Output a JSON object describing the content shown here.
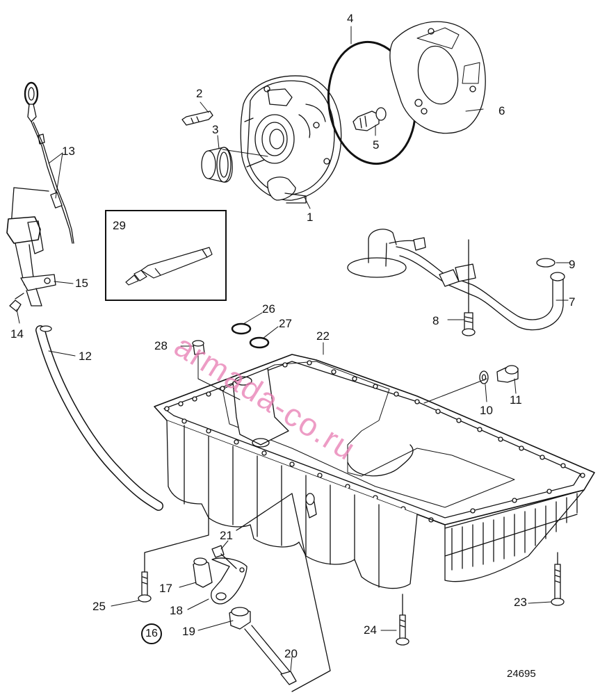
{
  "callouts": {
    "c1": "1",
    "c2": "2",
    "c3": "3",
    "c4": "4",
    "c5": "5",
    "c6": "6",
    "c7": "7",
    "c8": "8",
    "c9": "9",
    "c10": "10",
    "c11": "11",
    "c12": "12",
    "c13": "13",
    "c14": "14",
    "c15": "15",
    "c16": "16",
    "c17": "17",
    "c18": "18",
    "c19": "19",
    "c20": "20",
    "c21": "21",
    "c22": "22",
    "c23": "23",
    "c24": "24",
    "c25": "25",
    "c26": "26",
    "c27": "27",
    "c28": "28",
    "c29": "29"
  },
  "drawing_number": "24695",
  "watermark": "armada-co.ru",
  "colors": {
    "line": "#111111",
    "watermark": "#e87cb2",
    "background": "#ffffff"
  }
}
